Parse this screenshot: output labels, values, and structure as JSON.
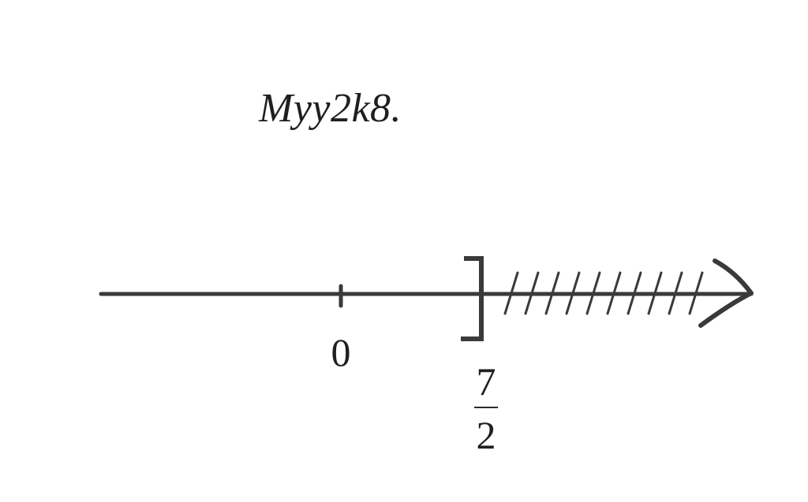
{
  "caption": "Myy2k8.",
  "number_line": {
    "tick_zero_label": "0",
    "boundary_label": {
      "numerator": "7",
      "denominator": "2"
    },
    "boundary_value": 3.5,
    "bracket": "closed",
    "shaded_direction": "right",
    "line_color": "#3a3a3a"
  }
}
